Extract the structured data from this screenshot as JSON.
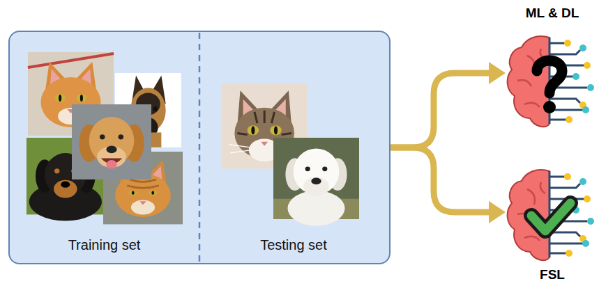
{
  "diagram": {
    "nodes": [
      {
        "text": [
          "Training set",
          "Testing set"
        ]
      },
      {
        "text": [
          "ML & DL"
        ]
      },
      {
        "text": [
          "FSL"
        ]
      }
    ],
    "edges": [
      {
        "from": 0,
        "to": 1,
        "arrow": "to"
      },
      {
        "from": 0,
        "to": 2,
        "arrow": "to"
      }
    ]
  }
}
